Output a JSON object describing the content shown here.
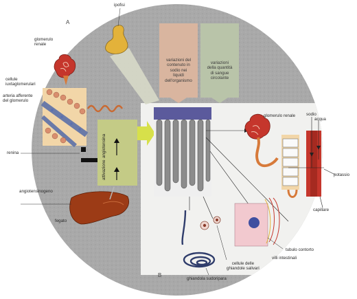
{
  "diagram": {
    "section_a": "A",
    "section_b": "B",
    "labels": {
      "ipofisi": "ipofisi",
      "glomerulo_left": [
        "glomerulo",
        "renale"
      ],
      "cellule_iuxta": [
        "cellule",
        "iuxtaglomerulari"
      ],
      "arteria": [
        "arteria afferente",
        "del glomerulo"
      ],
      "renina": "renina",
      "angiotensinogeno": "angiotensinogeno",
      "fegato": "fegato",
      "angiotensina": "angiotensina",
      "attivazione": "attivazione",
      "glomerulo_right": "glomerulo renale",
      "sodio": "sodio",
      "acqua": "acqua",
      "potassio": "potassio",
      "capillare": "capillare",
      "tubulo": "tubulo contorto",
      "villi": "villi intestinali",
      "cellule_ghiandole": [
        "cellule delle",
        "ghiandole salivari"
      ],
      "ghiandola_sudoripara": "ghiandola sudoripara"
    },
    "boxes": {
      "sodio_box": [
        "variazioni del",
        "contenuto in",
        "sodio nei",
        "liquidi",
        "dell'organismo"
      ],
      "sangue_box": [
        "variazioni",
        "della quantità",
        "di sangue",
        "circolante"
      ]
    },
    "colors": {
      "disc": "#a9a9a9",
      "panel": "#f1f1ef",
      "box_sodio": "#d9b59f",
      "box_sangue": "#b9c4a9",
      "angio_panel": "#c4cb86",
      "arrow_yellow": "#d7e04a",
      "liver": "#9c3b16",
      "gland": "#e3b23a",
      "kidney": "#c5362c",
      "sweat_gland": "#2f3c6b"
    }
  }
}
